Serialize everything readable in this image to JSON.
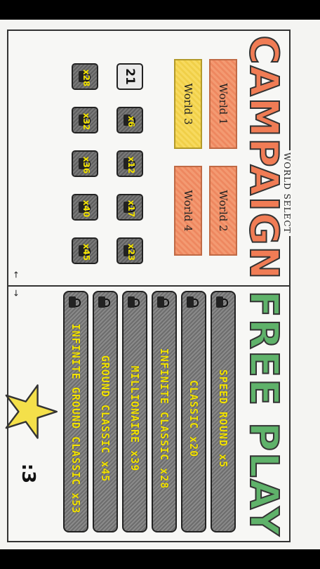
{
  "campaign": {
    "title": "CAMPAIGN",
    "world_select_label": "WORLD SELECT",
    "worlds": [
      {
        "label": "World 1",
        "active": false
      },
      {
        "label": "World 2",
        "active": false
      },
      {
        "label": "World 3",
        "active": true
      },
      {
        "label": "World 4",
        "active": false
      }
    ],
    "levels_row1": [
      {
        "label": "21",
        "locked": false,
        "req": ""
      },
      {
        "label": "",
        "locked": true,
        "req": "x6"
      },
      {
        "label": "",
        "locked": true,
        "req": "x12"
      },
      {
        "label": "",
        "locked": true,
        "req": "x17"
      },
      {
        "label": "",
        "locked": true,
        "req": "x23"
      }
    ],
    "levels_row2": [
      {
        "label": "",
        "locked": true,
        "req": "x28"
      },
      {
        "label": "",
        "locked": true,
        "req": "x32"
      },
      {
        "label": "",
        "locked": true,
        "req": "x36"
      },
      {
        "label": "",
        "locked": true,
        "req": "x40"
      },
      {
        "label": "",
        "locked": true,
        "req": "x45"
      }
    ]
  },
  "freeplay": {
    "title": "FREE PLAY",
    "modes": [
      "SPEED ROUND x5",
      "CLASSIC x20",
      "INFINITE CLASSIC x28",
      "MILLIONAIRE x39",
      "GROUND CLASSIC x45",
      "INFINITE GROUND CLASSIC x53"
    ]
  },
  "stars": {
    "count_text": ":3",
    "color": "#f4e04a"
  },
  "colors": {
    "campaign_title": "#f07c55",
    "freeplay_title": "#5fb26a",
    "world_button": "#f39a72",
    "world_active": "#f7da5e",
    "requirement_text": "#f2e200"
  }
}
